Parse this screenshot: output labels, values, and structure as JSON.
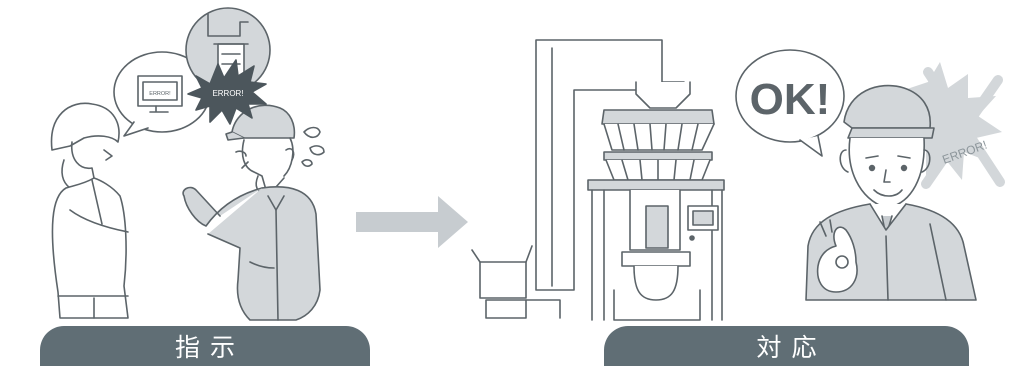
{
  "labels": {
    "instruction": "指示",
    "response": "対応"
  },
  "bubbles": {
    "monitor_text": "ERROR!",
    "burst_text": "ERROR!",
    "ok_text": "OK!",
    "crossed_text": "ERROR!"
  },
  "colors": {
    "pill": "#606e75",
    "line": "#5c6469",
    "uniform_gray": "#d3d7da",
    "arrow": "#c7ccd0",
    "burst": "#4c565c"
  },
  "icons": [
    "arrow-right-icon",
    "monitor-icon",
    "machine-icon",
    "ok-hand-icon",
    "sweat-drops-icon"
  ]
}
